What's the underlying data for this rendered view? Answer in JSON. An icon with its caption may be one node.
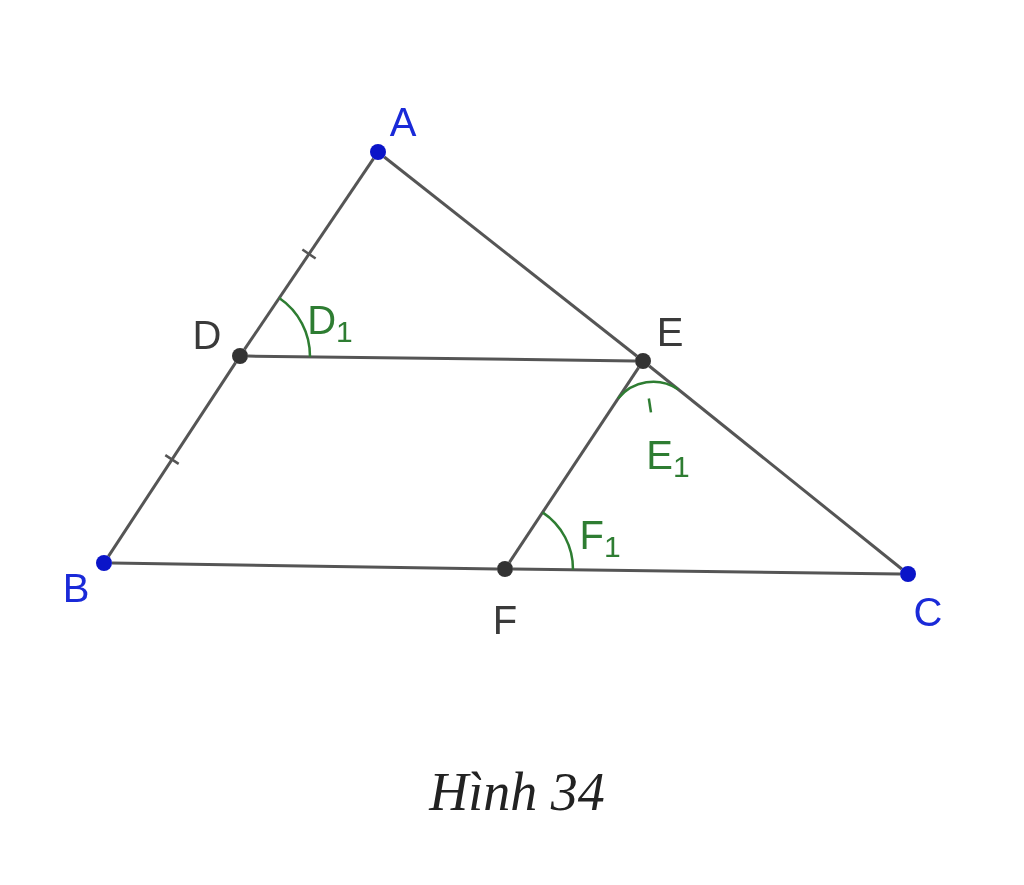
{
  "diagram": {
    "caption": "Hình 34",
    "nodes": [
      {
        "text": [
          "A"
        ]
      },
      {
        "text": [
          "B"
        ]
      },
      {
        "text": [
          "C"
        ]
      },
      {
        "text": [
          "D"
        ]
      },
      {
        "text": [
          "E"
        ]
      },
      {
        "text": [
          "F"
        ]
      }
    ],
    "edges": [
      {
        "from": 0,
        "to": 3,
        "arrow": "none"
      },
      {
        "from": 3,
        "to": 1,
        "arrow": "none"
      },
      {
        "from": 0,
        "to": 4,
        "arrow": "none"
      },
      {
        "from": 4,
        "to": 2,
        "arrow": "none"
      },
      {
        "from": 1,
        "to": 5,
        "arrow": "none"
      },
      {
        "from": 5,
        "to": 2,
        "arrow": "none"
      },
      {
        "from": 3,
        "to": 4,
        "arrow": "none"
      },
      {
        "from": 4,
        "to": 5,
        "arrow": "none"
      }
    ],
    "labels": [
      "D$_{1}$",
      "E$_{1}$",
      "F$_{1}$"
    ]
  }
}
